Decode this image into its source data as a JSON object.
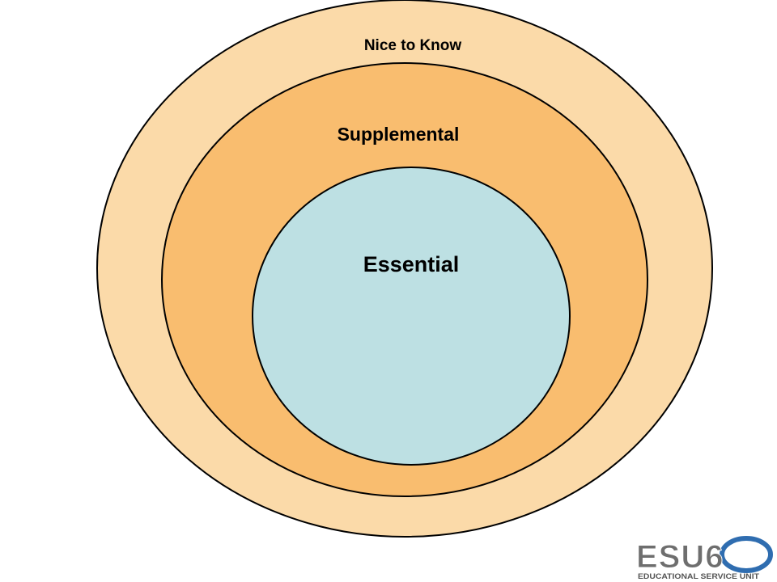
{
  "diagram": {
    "rings": [
      {
        "label": "Nice to Know",
        "fill": "#FBDAA9"
      },
      {
        "label": "Supplemental",
        "fill": "#F9BD6F"
      },
      {
        "label": "Essential",
        "fill": "#BDE0E3"
      }
    ],
    "outline_color": "#000000"
  },
  "logo": {
    "text": "ESU6",
    "subtitle": "EDUCATIONAL SERVICE UNIT",
    "main_color": "#6E6E6E",
    "accent_color": "#2F6DB0"
  }
}
